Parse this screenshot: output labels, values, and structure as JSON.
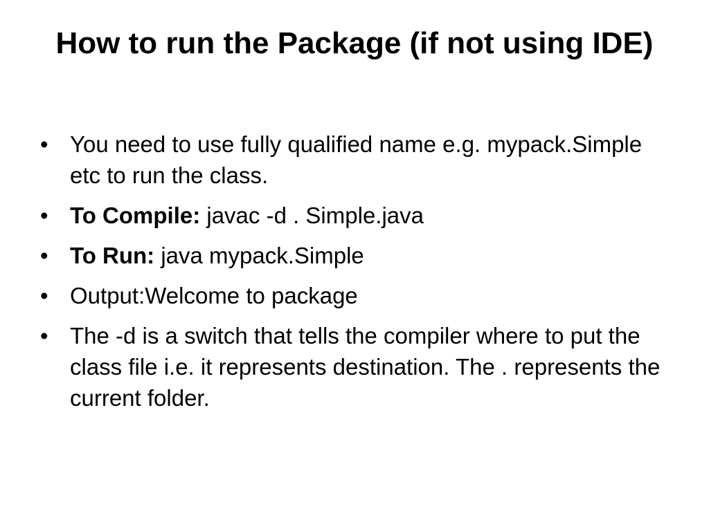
{
  "slide": {
    "title": "How to run the Package (if not using IDE)",
    "bullet_symbol": "•",
    "bullets": [
      {
        "text": "You need to use fully qualified name e.g. mypack.Simple etc to run the class."
      },
      {
        "label": "To Compile:",
        "text": " javac -d . Simple.java"
      },
      {
        "label": "To Run:",
        "text": " java mypack.Simple"
      },
      {
        "text": "Output:Welcome to package"
      },
      {
        "text": "The -d is a switch that tells the compiler where to put the class file i.e. it represents destination. The . represents the current folder."
      }
    ]
  }
}
